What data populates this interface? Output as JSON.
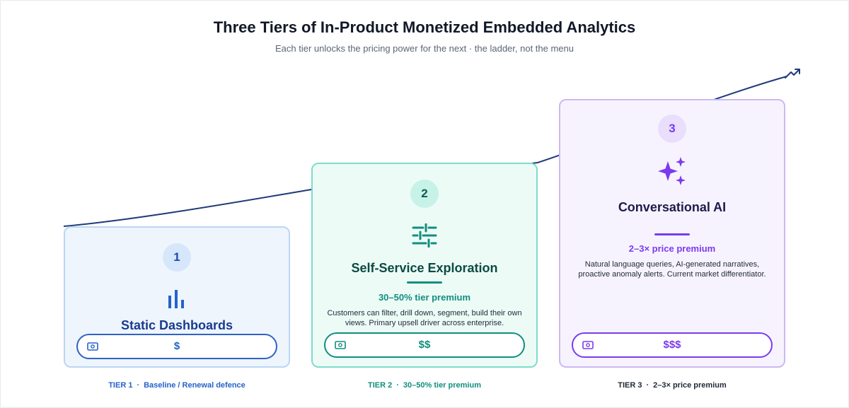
{
  "title": "Three Tiers of In-Product Monetized Embedded Analytics",
  "subtitle": "Each tier unlocks the pricing power for the next  ·  the ladder, not the menu",
  "colors": {
    "trend_line": "#1f3a7a",
    "tier1": "#2563c9",
    "tier2": "#0f8f7e",
    "tier3": "#7c3aed"
  },
  "tiers": [
    {
      "number": "1",
      "icon": "bar-chart-icon",
      "title": "Static Dashboards",
      "premium": "",
      "description": "",
      "price": "$",
      "footer_label": "TIER 1",
      "footer_detail": "Baseline / Renewal defence"
    },
    {
      "number": "2",
      "icon": "sliders-icon",
      "title": "Self-Service Exploration",
      "premium": "30–50% tier premium",
      "description": "Customers can filter, drill down, segment, build their own views. Primary upsell driver across enterprise.",
      "price": "$$",
      "footer_label": "TIER 2",
      "footer_detail": "30–50% tier premium"
    },
    {
      "number": "3",
      "icon": "sparkles-icon",
      "title": "Conversational AI",
      "premium": "2–3× price premium",
      "description": "Natural language queries, AI-generated narratives, proactive anomaly alerts. Current market differentiator.",
      "price": "$$$",
      "footer_label": "TIER 3",
      "footer_detail": "2–3× price premium"
    }
  ],
  "separator": "·"
}
